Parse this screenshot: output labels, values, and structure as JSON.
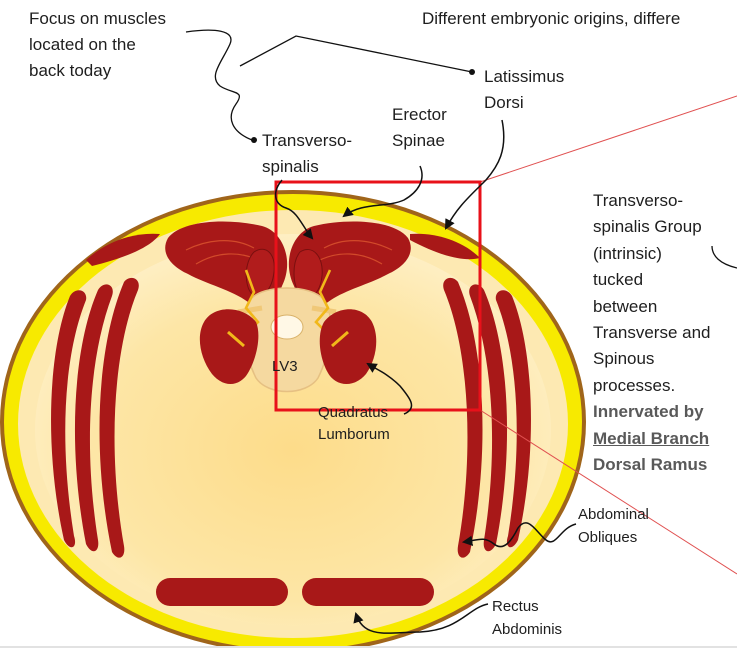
{
  "labels": {
    "focus_line1": "Focus on muscles",
    "focus_line2": "located on the",
    "focus_line3": "back today",
    "origins": "Different embryonic origins, differe",
    "latissimus_line1": "Latissimus",
    "latissimus_line2": "Dorsi",
    "erector_line1": "Erector",
    "erector_line2": "Spinae",
    "transverso_line1": "Transverso-",
    "transverso_line2": "spinalis",
    "vertebra": "LV3",
    "quadratus_line1": "Quadratus",
    "quadratus_line2": "Lumborum",
    "obliques_line1": "Abdominal",
    "obliques_line2": "Obliques",
    "rectus_line1": "Rectus",
    "rectus_line2": "Abdominis"
  },
  "sidenote": {
    "line1": "Transverso-",
    "line2": "spinalis Group",
    "line3": "(intrinsic)",
    "line4": "tucked",
    "line5": "between",
    "line6": "Transverse and",
    "line7": "Spinous",
    "line8": "processes.",
    "bold1": "Innervated by",
    "bold2": "Medial Branch",
    "bold3": "Dorsal Ramus"
  },
  "colors": {
    "skin_outline": "#a0651a",
    "fat_yellow": "#f7ea00",
    "body_fill": "#fde7a8",
    "muscle": "#a81818",
    "highlight_box": "#e8111a",
    "zoom_lines": "#e05050"
  }
}
